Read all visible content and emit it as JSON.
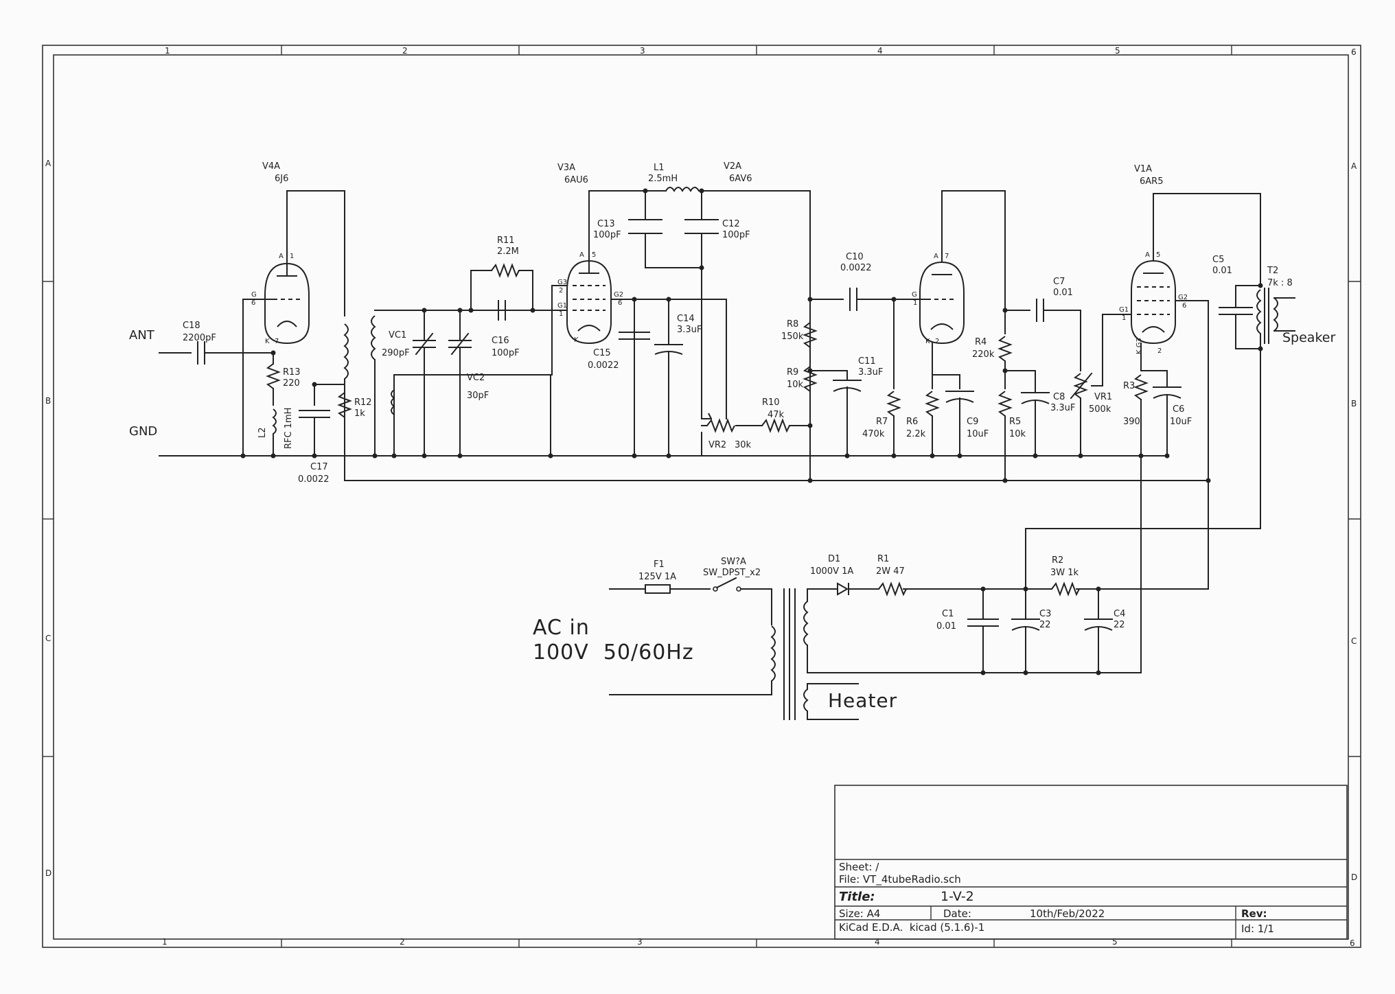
{
  "frame": {
    "cols_top": [
      "1",
      "2",
      "3",
      "4",
      "5",
      "6"
    ],
    "cols_bottom": [
      "1",
      "2",
      "3",
      "4",
      "5",
      "6"
    ],
    "rows_left": [
      "A",
      "B",
      "C",
      "D"
    ],
    "rows_right": [
      "A",
      "B",
      "C",
      "D"
    ]
  },
  "labels": {
    "ant": "ANT",
    "gnd": "GND",
    "ac_in_1": "AC in",
    "ac_in_2": "100V  50/60Hz",
    "heater": "Heater",
    "speaker": "Speaker"
  },
  "tubes": {
    "v4a": {
      "ref": "V4A",
      "value": "6J6"
    },
    "v3a": {
      "ref": "V3A",
      "value": "6AU6"
    },
    "v2a": {
      "ref": "V2A",
      "value": "6AV6"
    },
    "v1a": {
      "ref": "V1A",
      "value": "6AR5"
    }
  },
  "components": {
    "c18": {
      "ref": "C18",
      "value": "2200pF"
    },
    "r13": {
      "ref": "R13",
      "value": "220"
    },
    "l2": {
      "ref": "L2",
      "value": "RFC 1mH"
    },
    "c17": {
      "ref": "C17",
      "value": "0.0022"
    },
    "r12": {
      "ref": "R12",
      "value": "1k"
    },
    "vc1": {
      "ref": "VC1",
      "value": "290pF"
    },
    "vc2": {
      "ref": "VC2",
      "value": "30pF"
    },
    "r11": {
      "ref": "R11",
      "value": "2.2M"
    },
    "c16": {
      "ref": "C16",
      "value": "100pF"
    },
    "l1": {
      "ref": "L1",
      "value": "2.5mH"
    },
    "c13": {
      "ref": "C13",
      "value": "100pF"
    },
    "c12": {
      "ref": "C12",
      "value": "100pF"
    },
    "c14": {
      "ref": "C14",
      "value": "3.3uF"
    },
    "c15": {
      "ref": "C15",
      "value": "0.0022"
    },
    "vr2": {
      "ref": "VR2",
      "value": "30k"
    },
    "r10": {
      "ref": "R10",
      "value": "47k"
    },
    "r8": {
      "ref": "R8",
      "value": "150k"
    },
    "r9": {
      "ref": "R9",
      "value": "10k"
    },
    "c10": {
      "ref": "C10",
      "value": "0.0022"
    },
    "c11": {
      "ref": "C11",
      "value": "3.3uF"
    },
    "r7": {
      "ref": "R7",
      "value": "470k"
    },
    "r6": {
      "ref": "R6",
      "value": "2.2k"
    },
    "c9": {
      "ref": "C9",
      "value": "10uF"
    },
    "r4": {
      "ref": "R4",
      "value": "220k"
    },
    "c7": {
      "ref": "C7",
      "value": "0.01"
    },
    "r5": {
      "ref": "R5",
      "value": "10k"
    },
    "c8": {
      "ref": "C8",
      "value": "3.3uF"
    },
    "vr1": {
      "ref": "VR1",
      "value": "500k"
    },
    "r3": {
      "ref": "R3",
      "value": "390"
    },
    "c6": {
      "ref": "C6",
      "value": "10uF"
    },
    "c5": {
      "ref": "C5",
      "value": "0.01"
    },
    "t2": {
      "ref": "T2",
      "value": "7k : 8"
    },
    "f1": {
      "ref": "F1",
      "value": "125V  1A"
    },
    "sw": {
      "ref": "SW?A",
      "value": "SW_DPST_x2"
    },
    "d1": {
      "ref": "D1",
      "value": "1000V  1A"
    },
    "r1": {
      "ref": "R1",
      "value": "2W  47"
    },
    "r2": {
      "ref": "R2",
      "value": "3W 1k"
    },
    "c1": {
      "ref": "C1",
      "value": "0.01"
    },
    "c3": {
      "ref": "C3",
      "value": "22"
    },
    "c4": {
      "ref": "C4",
      "value": "22"
    }
  },
  "titleblock": {
    "sheet": "Sheet: /",
    "file": "File: VT_4tubeRadio.sch",
    "title_label": "Title:",
    "title": "1-V-2",
    "size": "Size: A4",
    "date_label": "Date:",
    "date": "10th/Feb/2022",
    "rev_label": "Rev:",
    "tool": "KiCad E.D.A.  kicad (5.1.6)-1",
    "id": "Id: 1/1"
  }
}
